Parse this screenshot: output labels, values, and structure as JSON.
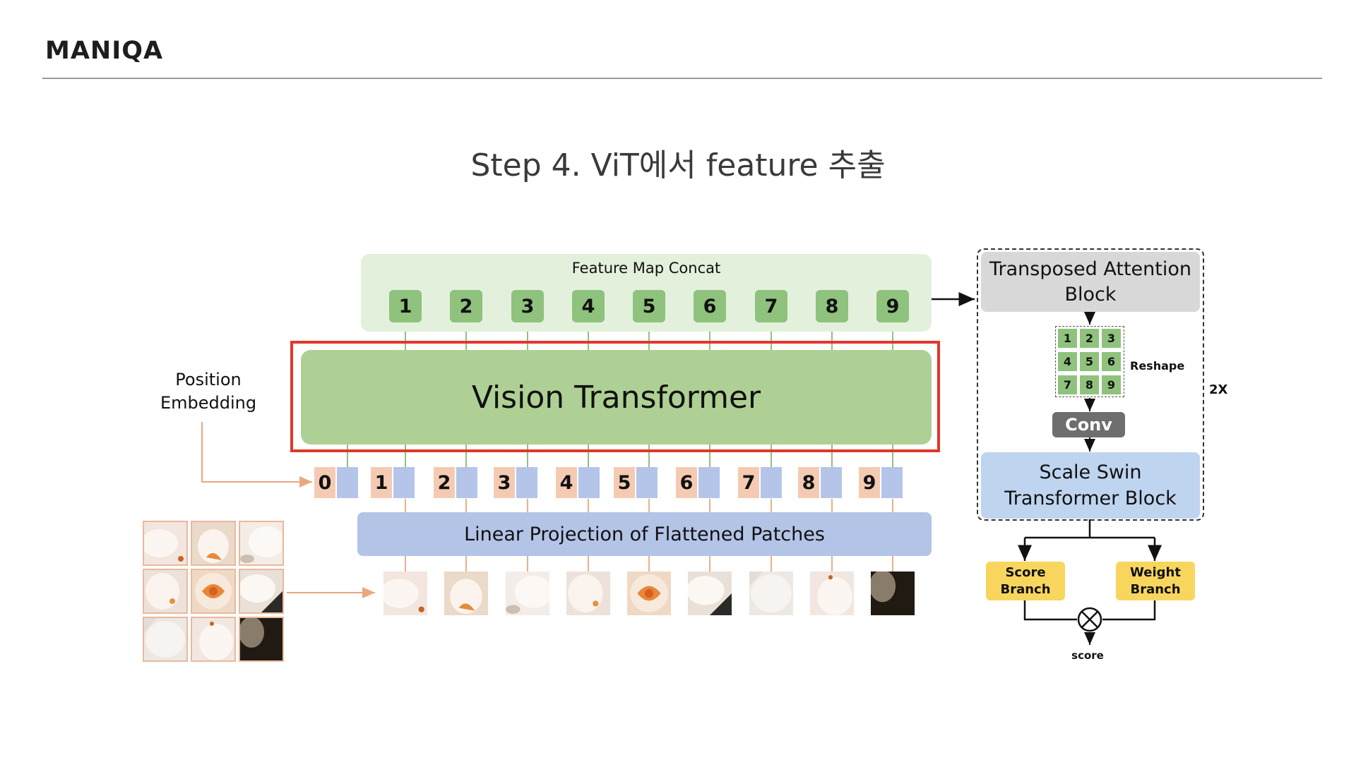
{
  "header": {
    "title": "MANIQA"
  },
  "slide": {
    "title": "Step 4. ViT에서 feature 추출"
  },
  "diagram": {
    "feature_map_label": "Feature Map Concat",
    "feature_tokens": [
      "1",
      "2",
      "3",
      "4",
      "5",
      "6",
      "7",
      "8",
      "9"
    ],
    "vit_label": "Vision Transformer",
    "position_embedding_label": "Position\nEmbedding",
    "embedding_tokens": [
      "0",
      "1",
      "2",
      "3",
      "4",
      "5",
      "6",
      "7",
      "8",
      "9"
    ],
    "linear_projection_label": "Linear Projection of Flattened Patches",
    "transposed_attention_label": "Transposed Attention\nBlock",
    "reshape_grid": [
      "1",
      "2",
      "3",
      "4",
      "5",
      "6",
      "7",
      "8",
      "9"
    ],
    "reshape_label": "Reshape",
    "repeat_label": "2X",
    "conv_label": "Conv",
    "swin_label": "Scale Swin\nTransformer Block",
    "score_branch_label": "Score\nBranch",
    "weight_branch_label": "Weight\nBranch",
    "score_label": "score"
  },
  "colors": {
    "feature_token": "#8fc27d",
    "vit_block": "#afd094",
    "highlight_frame": "#e0382b",
    "position_token": "#f4cbb2",
    "patch_token": "#b5c5e9",
    "linear_projection": "#b3c4e7",
    "transposed_attention": "#d8d8d8",
    "swin_block": "#bed4ef",
    "branch": "#f8d65e",
    "conv": "#6e6e6e"
  },
  "icons": {
    "multiply": "circled-times-icon"
  }
}
